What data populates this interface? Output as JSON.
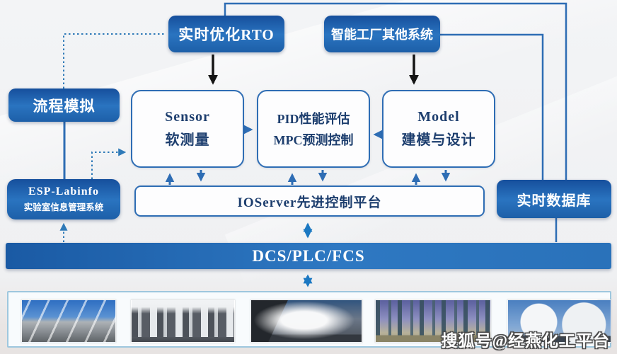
{
  "nodes": {
    "rto": {
      "label": "实时优化RTO"
    },
    "smart_factory": {
      "label": "智能工厂其他系统"
    },
    "process_sim": {
      "label": "流程模拟"
    },
    "sensor": {
      "title": "Sensor",
      "subtitle": "软测量"
    },
    "pid": {
      "title": "PID性能评估",
      "subtitle": "MPC预测控制"
    },
    "model": {
      "title": "Model",
      "subtitle": "建模与设计"
    },
    "esp_labinfo": {
      "title": "ESP-Labinfo",
      "subtitle": "实验室信息管理系统"
    },
    "ioserver": {
      "label": "IOServer先进控制平台"
    },
    "realtime_db": {
      "label": "实时数据库"
    },
    "dcs": {
      "label": "DCS/PLC/FCS"
    }
  },
  "connections": [
    {
      "from": "process_sim",
      "to": "rto",
      "style": "dotted"
    },
    {
      "from": "process_sim",
      "to": "esp_labinfo",
      "style": "solid-line"
    },
    {
      "from": "esp_labinfo",
      "to": "sensor",
      "style": "dotted-arrow"
    },
    {
      "from": "dcs",
      "to": "esp_labinfo",
      "style": "dotted-arrow"
    },
    {
      "from": "rto",
      "to": "sensor",
      "style": "black-arrow"
    },
    {
      "from": "smart_factory",
      "to": "model",
      "style": "black-arrow"
    },
    {
      "from": "sensor",
      "to": "pid",
      "style": "blue-arrow"
    },
    {
      "from": "model",
      "to": "pid",
      "style": "blue-arrow"
    },
    {
      "from": "sensor",
      "to": "ioserver",
      "style": "up-down-arrow-pair"
    },
    {
      "from": "pid",
      "to": "ioserver",
      "style": "up-down-arrow-pair"
    },
    {
      "from": "model",
      "to": "ioserver",
      "style": "up-down-arrow-pair"
    },
    {
      "from": "ioserver",
      "to": "dcs",
      "style": "double-arrow"
    },
    {
      "from": "dcs",
      "to": "plant-photos",
      "style": "double-arrow"
    },
    {
      "from": "rto",
      "to": "realtime_db",
      "style": "routed-line-over-top"
    },
    {
      "from": "smart_factory",
      "to": "realtime_db",
      "style": "routed-line"
    },
    {
      "from": "realtime_db",
      "to": "dcs",
      "style": "solid-line"
    }
  ],
  "photos": [
    {
      "name": "plant-photo-blue-sky-contrails"
    },
    {
      "name": "plant-photo-distillation-towers"
    },
    {
      "name": "plant-photo-dark-structure-steam"
    },
    {
      "name": "plant-photo-refinery-dusk"
    },
    {
      "name": "plant-photo-spherical-tanks"
    }
  ],
  "watermark": {
    "text": "搜狐号@经燕化工平台"
  },
  "colors": {
    "solid_box_top": "#164f9c",
    "solid_box_bottom": "#2a74c0",
    "outline_border": "#2e6db4",
    "outline_text": "#1d3e6e",
    "arrow_blue": "#2e6db4",
    "arrow_bright": "#1b78c2",
    "arrow_black": "#141414",
    "dotted_line": "#2f7ab8",
    "photo_frame_border": "#9ec7de"
  }
}
